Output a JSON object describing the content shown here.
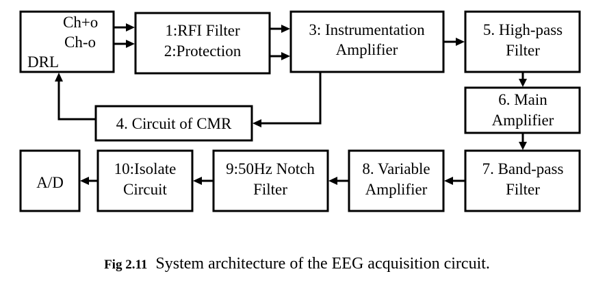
{
  "blocks": {
    "input": [
      "Ch+o",
      "Ch-o",
      "DRL"
    ],
    "rfi": [
      "1:RFI Filter",
      "2:Protection"
    ],
    "inamp": [
      "3: Instrumentation",
      "Amplifier"
    ],
    "cmr": [
      "4. Circuit of CMR"
    ],
    "hpf": [
      "5. High-pass",
      "Filter"
    ],
    "main": [
      "6. Main",
      "Amplifier"
    ],
    "bpf": [
      "7. Band-pass",
      "Filter"
    ],
    "varamp": [
      "8. Variable",
      "Amplifier"
    ],
    "notch": [
      "9:50Hz Notch",
      "Filter"
    ],
    "isolate": [
      "10:Isolate",
      "Circuit"
    ],
    "ad": [
      "A/D"
    ]
  },
  "caption": {
    "figure": "Fig 2.11",
    "text": "System architecture of the EEG acquisition circuit."
  }
}
